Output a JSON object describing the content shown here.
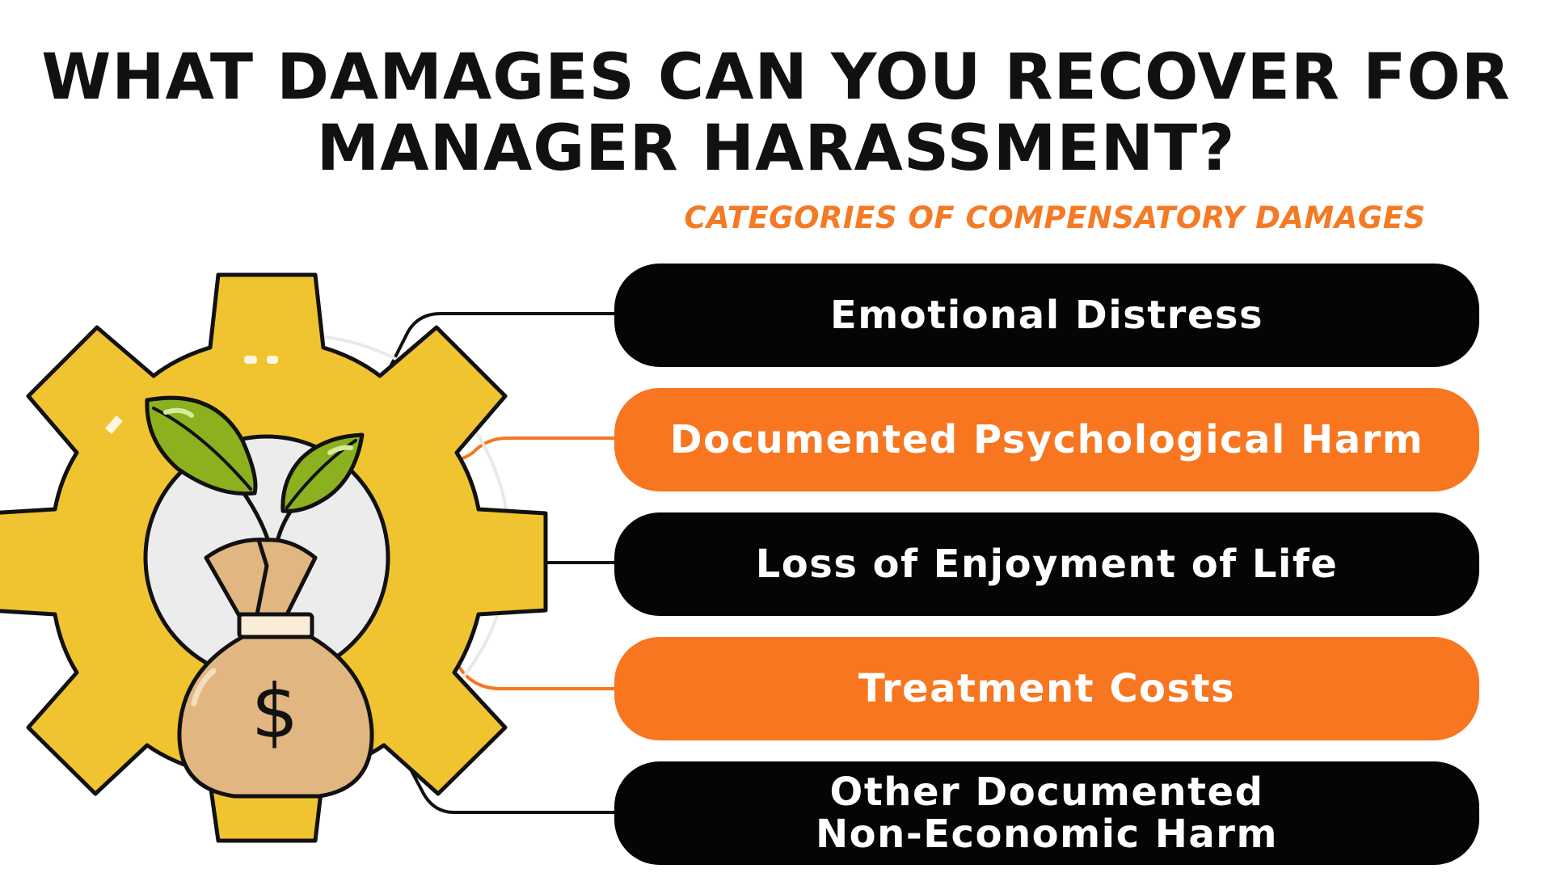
{
  "title": {
    "line1": "WHAT DAMAGES CAN YOU RECOVER FOR",
    "line2": "MANAGER HARASSMENT?"
  },
  "subtitle": "CATEGORIES OF COMPENSATORY DAMAGES",
  "categories": [
    {
      "label": "Emotional Distress",
      "style": "dark"
    },
    {
      "label": "Documented Psychological Harm",
      "style": "orange"
    },
    {
      "label": "Loss of Enjoyment of Life",
      "style": "dark"
    },
    {
      "label": "Treatment Costs",
      "style": "orange"
    },
    {
      "label": "Other Documented Non-Economic Harm",
      "style": "dark"
    }
  ],
  "illustration": {
    "icons": [
      "gear-icon",
      "money-bag-icon",
      "dollar-sign-icon",
      "sprout-icon"
    ],
    "bag_symbol": "$"
  },
  "colors": {
    "dark": "#050505",
    "orange": "#f7761f",
    "accent_text": "#f47a25",
    "gear": "#f0c431",
    "bag": "#e2b681",
    "leaf": "#8bb11f"
  }
}
